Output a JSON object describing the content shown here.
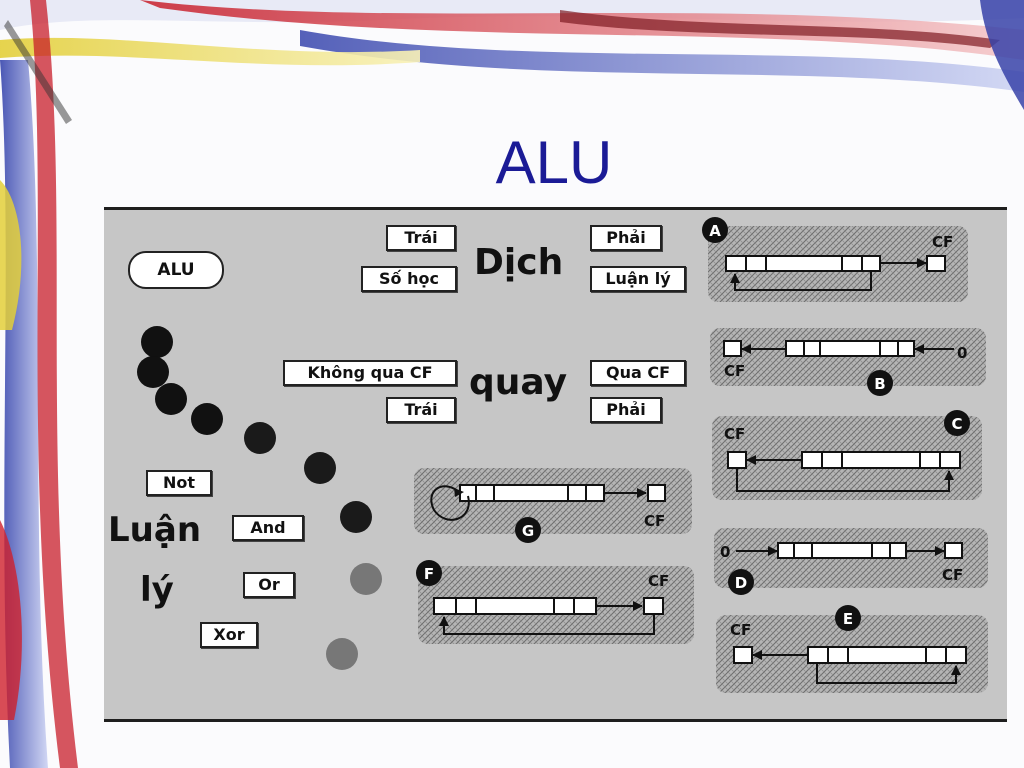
{
  "slide": {
    "title": "ALU"
  },
  "diagram": {
    "alu_label": "ALU",
    "shift_heading": "Dịch",
    "rotate_heading": "quay",
    "logic_heading_1": "Luận",
    "logic_heading_2": "lý",
    "shift_left": "Trái",
    "shift_right": "Phải",
    "shift_arithmetic": "Số học",
    "shift_logical": "Luận lý",
    "rotate_without_cf": "Không qua CF",
    "rotate_with_cf": "Qua CF",
    "rotate_left": "Trái",
    "rotate_right": "Phải",
    "logic_not": "Not",
    "logic_and": "And",
    "logic_or": "Or",
    "logic_xor": "Xor",
    "cf": "CF",
    "zero": "0",
    "badges": {
      "a": "A",
      "b": "B",
      "c": "C",
      "d": "D",
      "e": "E",
      "f": "F",
      "g": "G"
    }
  },
  "colors": {
    "title": "#1b1b96",
    "panel": "#c6c6c6",
    "ink": "#111111"
  }
}
